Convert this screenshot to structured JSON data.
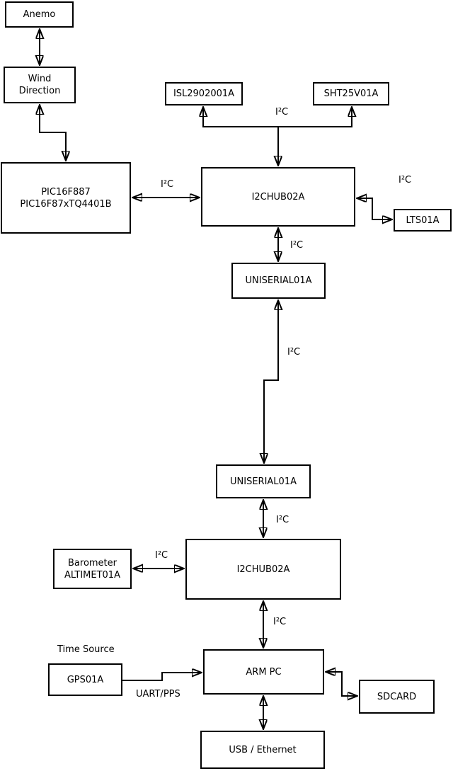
{
  "diagram": {
    "nodes": {
      "anemo": {
        "label": "Anemo"
      },
      "wind_direction": {
        "line1": "Wind",
        "line2": "Direction"
      },
      "pic": {
        "line1": "PIC16F887",
        "line2": "PIC16F87xTQ4401B"
      },
      "isl": {
        "label": "ISL2902001A"
      },
      "sht": {
        "label": "SHT25V01A"
      },
      "i2c_hub_top": {
        "label": "I2CHUB02A"
      },
      "lts": {
        "label": "LTS01A"
      },
      "uniserial_top": {
        "label": "UNISERIAL01A"
      },
      "uniserial_bottom": {
        "label": "UNISERIAL01A"
      },
      "barometer": {
        "line1": "Barometer",
        "line2": "ALTIMET01A"
      },
      "i2c_hub_bottom": {
        "label": "I2CHUB02A"
      },
      "gps": {
        "label": "GPS01A"
      },
      "arm_pc": {
        "label": "ARM PC"
      },
      "sdcard": {
        "label": "SDCARD"
      },
      "usb_ethernet": {
        "label": "USB / Ethernet"
      }
    },
    "edge_labels": {
      "bus_i2c": "I²C",
      "pic_hub_i2c": "I²C",
      "hub_lts_i2c": "I²C",
      "hub_uniserial_i2c": "I²C",
      "uniserial_link_i2c": "I²C",
      "uniserial_hub2_i2c": "I²C",
      "baro_hub2_i2c": "I²C",
      "hub2_arm_i2c": "I²C",
      "time_source": "Time Source",
      "uart_pps": "UART/PPS"
    },
    "colors": {
      "line": "#000000",
      "box_border": "#000000",
      "box_fill": "#ffffff",
      "background": "#ffffff",
      "text": "#000000"
    }
  }
}
